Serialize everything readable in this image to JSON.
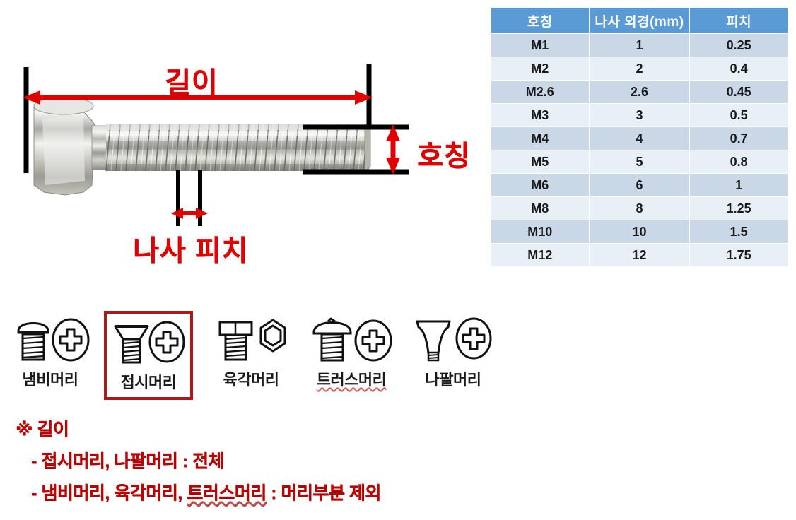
{
  "table": {
    "headers": [
      "호칭",
      "나사 외경(mm)",
      "피치"
    ],
    "rows": [
      {
        "designation": "M1",
        "diameter": "1",
        "pitch": "0.25"
      },
      {
        "designation": "M2",
        "diameter": "2",
        "pitch": "0.4"
      },
      {
        "designation": "M2.6",
        "diameter": "2.6",
        "pitch": "0.45"
      },
      {
        "designation": "M3",
        "diameter": "3",
        "pitch": "0.5"
      },
      {
        "designation": "M4",
        "diameter": "4",
        "pitch": "0.7"
      },
      {
        "designation": "M5",
        "diameter": "5",
        "pitch": "0.8"
      },
      {
        "designation": "M6",
        "diameter": "6",
        "pitch": "1"
      },
      {
        "designation": "M8",
        "diameter": "8",
        "pitch": "1.25"
      },
      {
        "designation": "M10",
        "diameter": "10",
        "pitch": "1.5"
      },
      {
        "designation": "M12",
        "diameter": "12",
        "pitch": "1.75"
      }
    ],
    "header_color": "#5b9bd5",
    "row_color_odd": "#c9d7e7",
    "row_color_even": "#e9eff6"
  },
  "diagram": {
    "label_length": "길이",
    "label_major_diameter": "호칭",
    "label_pitch": "나사 피치",
    "annotation_color": "#e00000",
    "guide_color": "#000000"
  },
  "head_types": [
    {
      "label": "냄비머리",
      "driver": "phillips",
      "selected": false,
      "wavy": false
    },
    {
      "label": "접시머리",
      "driver": "phillips",
      "selected": true,
      "wavy": false
    },
    {
      "label": "육각머리",
      "driver": "hex",
      "selected": false,
      "wavy": false
    },
    {
      "label": "트러스머리",
      "driver": "phillips",
      "selected": false,
      "wavy": true
    },
    {
      "label": "나팔머리",
      "driver": "phillips",
      "selected": false,
      "wavy": false
    }
  ],
  "selection_color": "#b01818",
  "notes": {
    "title": "※ 길이",
    "line1": "- 접시머리, 나팔머리 : 전체",
    "line2_a": "- 냄비머리, 육각머리, ",
    "line2_b": "트러스머리",
    "line2_c": " : 머리부분 제외",
    "color": "#c00000"
  }
}
